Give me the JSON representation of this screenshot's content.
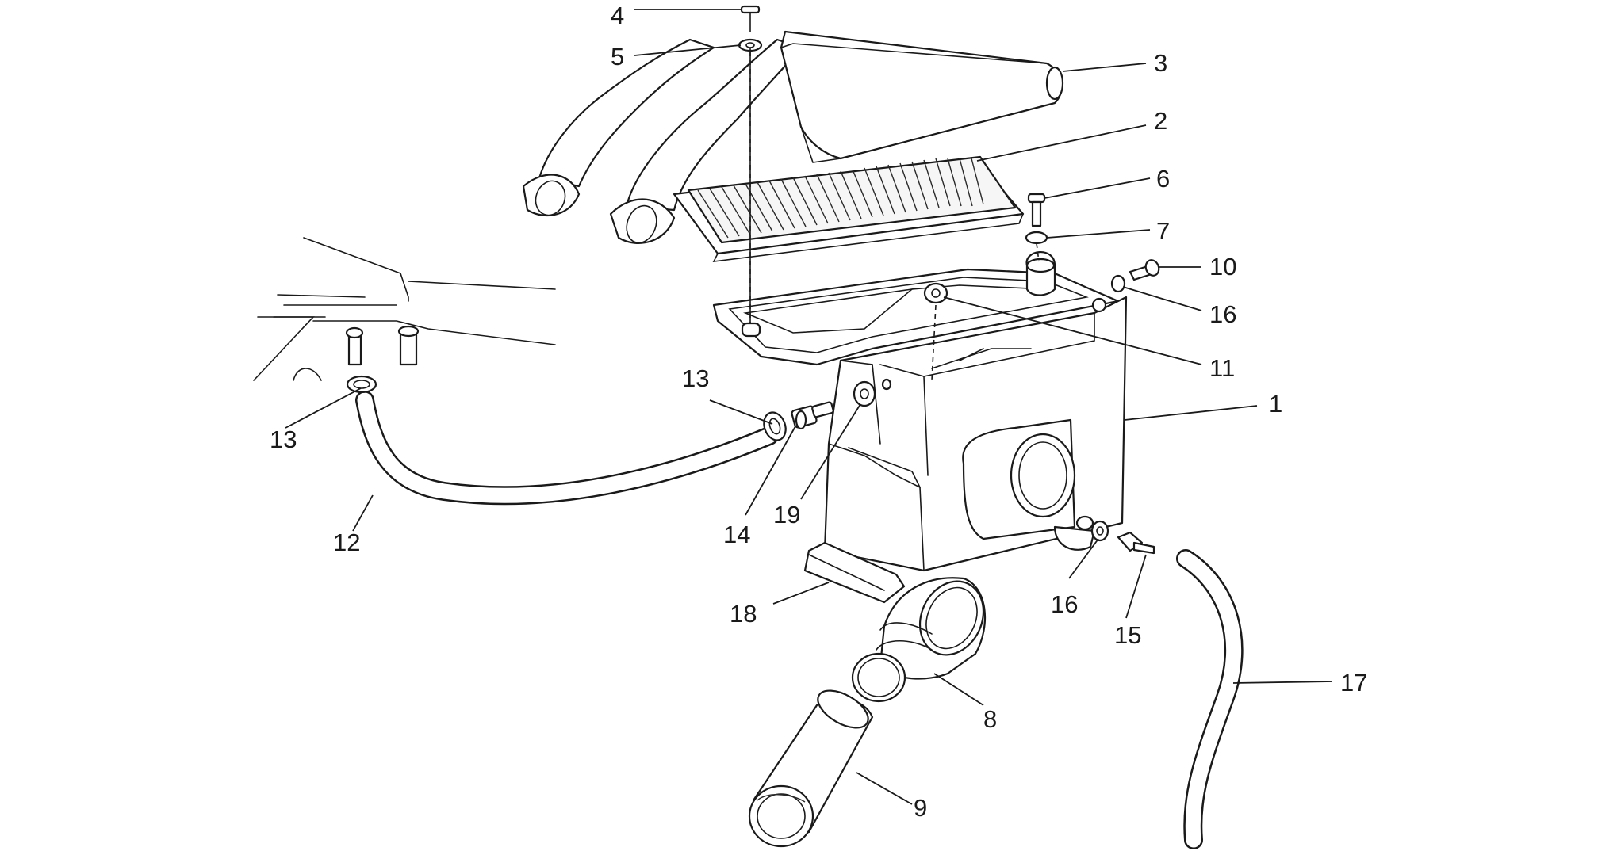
{
  "callouts": {
    "c1": "1",
    "c2": "2",
    "c3": "3",
    "c4": "4",
    "c5": "5",
    "c6": "6",
    "c7": "7",
    "c8": "8",
    "c9": "9",
    "c10": "10",
    "c11": "11",
    "c12": "12",
    "c13a": "13",
    "c13b": "13",
    "c14": "14",
    "c15": "15",
    "c16a": "16",
    "c16b": "16",
    "c17": "17",
    "c18": "18",
    "c19": "19"
  },
  "colors": {
    "line": "#1a1a1a",
    "background": "#ffffff"
  }
}
